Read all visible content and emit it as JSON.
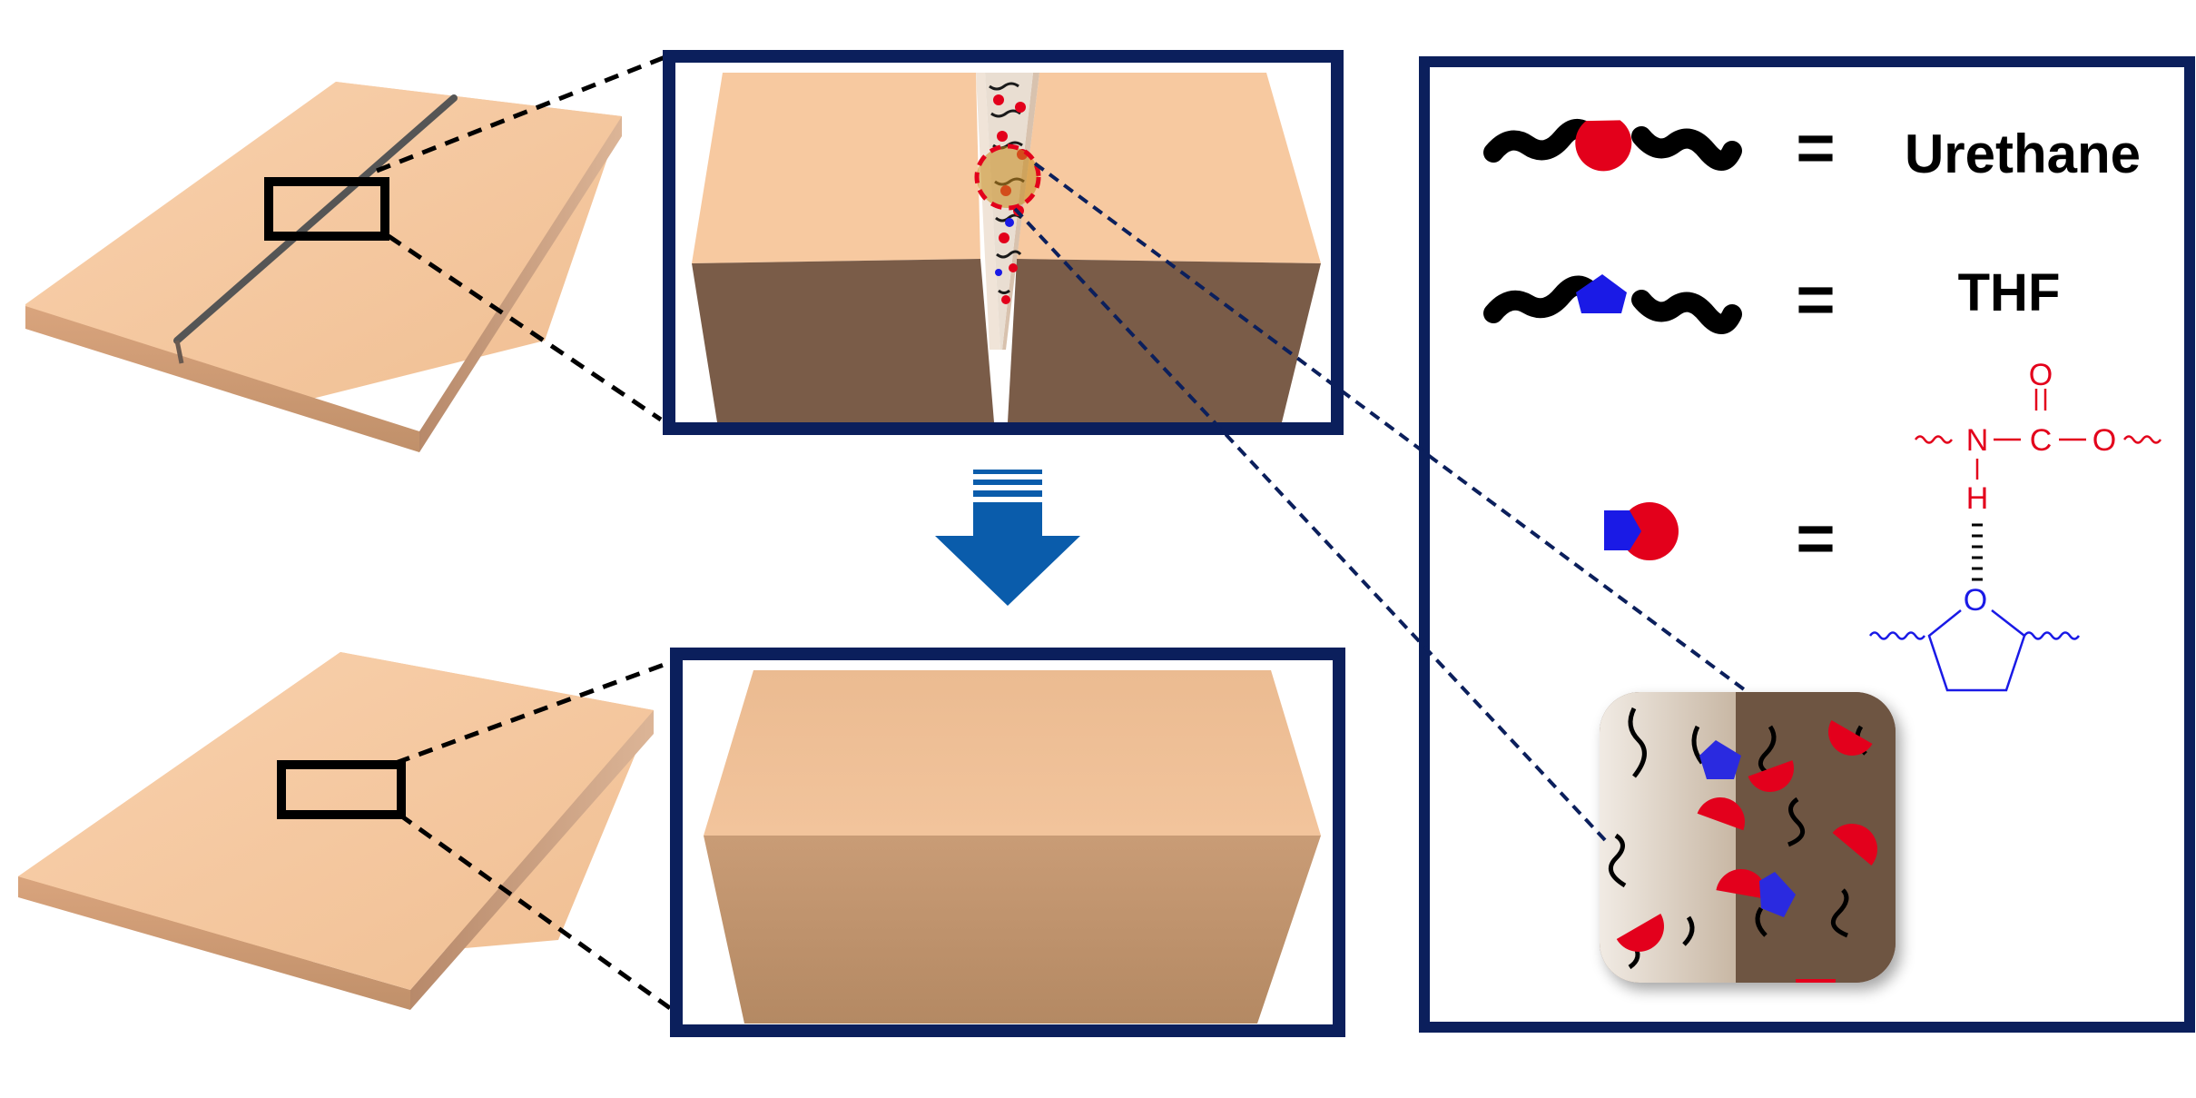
{
  "legend": {
    "urethane_label": "Urethane",
    "thf_label": "THF",
    "equals_sign": "="
  },
  "chemistry": {
    "carbonyl_oxygen": "O",
    "nitrogen": "N",
    "carbon": "C",
    "ester_oxygen": "O",
    "hydrogen": "H",
    "ring_oxygen": "O",
    "dash": "–"
  },
  "colors": {
    "block_top": "#f7c9a0",
    "block_front_damaged": "#7a5c48",
    "block_front_healed": "#c79a74",
    "frame_navy": "#0b1f5c",
    "arrow_blue": "#0a5cab",
    "urethane_red": "#e3001b",
    "thf_blue": "#1a1ae6"
  }
}
